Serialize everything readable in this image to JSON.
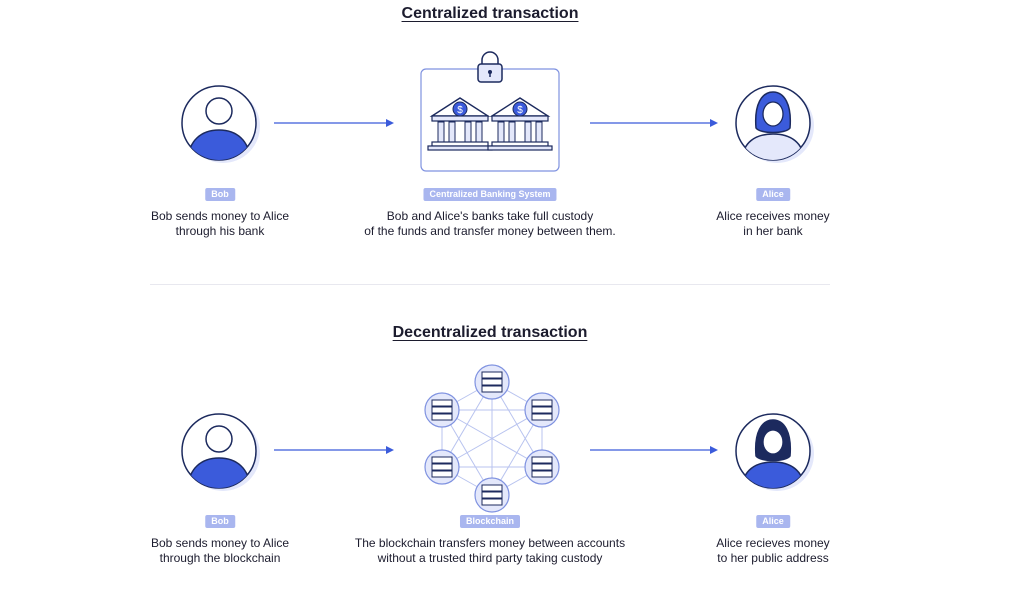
{
  "centralized": {
    "title": "Centralized transaction",
    "sender": {
      "badge": "Bob",
      "caption_lines": [
        "Bob sends money to Alice",
        "through his bank"
      ]
    },
    "middle": {
      "badge": "Centralized Banking System",
      "caption_lines": [
        "Bob and Alice's banks take full custody",
        "of the funds and transfer money between them."
      ]
    },
    "receiver": {
      "badge": "Alice",
      "caption_lines": [
        "Alice receives money",
        "in her bank"
      ]
    }
  },
  "decentralized": {
    "title": "Decentralized transaction",
    "sender": {
      "badge": "Bob",
      "caption_lines": [
        "Bob sends money to Alice",
        "through the blockchain"
      ]
    },
    "middle": {
      "badge": "Blockchain",
      "caption_lines": [
        "The blockchain transfers money between accounts",
        "without a trusted third party taking custody"
      ]
    },
    "receiver": {
      "badge": "Alice",
      "caption_lines": [
        "Alice recieves money",
        "to her public address"
      ]
    }
  },
  "colors": {
    "accent": "#3b5bdb",
    "badge": "#a9b6ef",
    "light": "#e4e8fb",
    "outline": "#1c2a5e"
  },
  "icons": [
    "user-avatar-icon",
    "woman-avatar-icon",
    "bank-building-icon",
    "padlock-icon",
    "server-node-icon",
    "arrow-right-icon"
  ]
}
